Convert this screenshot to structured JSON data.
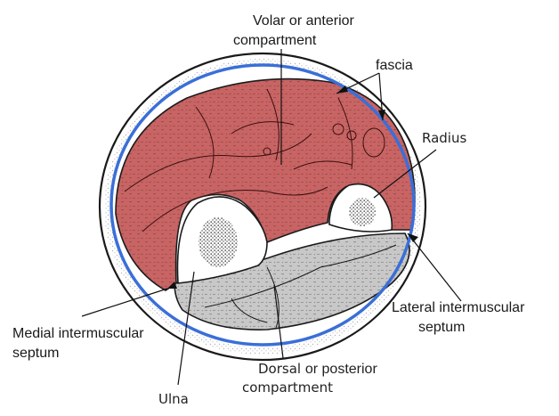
{
  "diagram": {
    "title": "",
    "labels": {
      "volar_line1_a": "Volar",
      "volar_line1_b": "or anterior",
      "volar_line2": "compartment",
      "fascia": "fascia",
      "radius": "Radius",
      "lateral_line1": "Lateral intermuscular",
      "lateral_line2": "septum",
      "medial_line1": "Medial intermuscular",
      "medial_line2": "septum",
      "dorsal_line1_a": "Dorsal",
      "dorsal_line1_b": "or posterior",
      "dorsal_line2": "compartment",
      "ulna": "Ulna"
    },
    "colors": {
      "volar_compartment": "#c86464",
      "dorsal_compartment": "#c8c8c8",
      "fascia_line": "#3a6fd8",
      "skin_outline": "#1a1a1a",
      "bone": "#ffffff"
    }
  }
}
